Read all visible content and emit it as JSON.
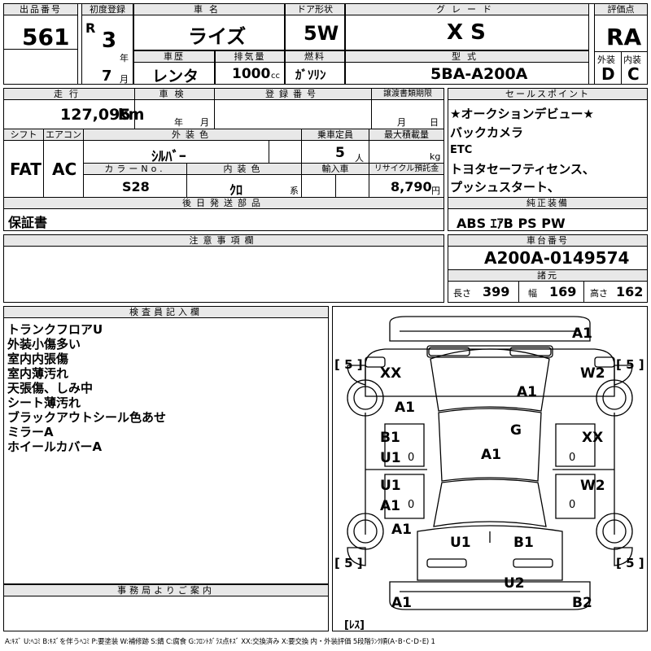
{
  "header": {
    "lot_label": "出品番号",
    "lot_no": "561",
    "first_reg_label": "初度登録",
    "era": "R",
    "year_val": "3",
    "year_unit": "年",
    "month_val": "7",
    "month_unit": "月",
    "car_name_label": "車名",
    "car_name": "ライズ",
    "doors_label": "ドア形状",
    "doors": "5W",
    "grade_label": "グレード",
    "grade": "X S",
    "score_label": "評価点",
    "score": "RA",
    "history_label": "車歴",
    "history": "レンタ",
    "displacement_label": "排気量",
    "displacement": "1000",
    "displacement_unit": "cc",
    "fuel_label": "燃料",
    "fuel": "ｶﾞｿﾘﾝ",
    "model_label": "型式",
    "model": "5BA-A200A",
    "exterior_label": "外装",
    "exterior": "D",
    "interior_label": "内装",
    "interior": "C"
  },
  "info": {
    "mileage_label": "走行",
    "mileage": "127,095",
    "mileage_unit": "km",
    "inspection_label": "車検",
    "inspection_year": "年",
    "inspection_month": "月",
    "reg_no_label": "登録番号",
    "transfer_label": "譲渡書類期限",
    "transfer_month": "月",
    "transfer_day": "日",
    "shift_label": "シフト",
    "shift": "FAT",
    "ac_label": "エアコン",
    "ac": "AC",
    "ext_color_label": "外装色",
    "ext_color": "ｼﾙﾊﾞｰ",
    "capacity_label": "乗車定員",
    "capacity": "5",
    "capacity_unit": "人",
    "max_load_label": "最大積載量",
    "max_load_unit": "kg",
    "color_no_label": "カラーNo.",
    "color_no": "S28",
    "int_color_label": "内装色",
    "int_color": "ｸﾛ",
    "int_color_unit": "系",
    "import_label": "輸入車",
    "recycle_label": "リサイクル預託金",
    "recycle": "8,790",
    "recycle_unit": "円",
    "later_parts_label": "後日発送部品",
    "later_parts": "保証書"
  },
  "sales": {
    "label": "セールスポイント",
    "lines": [
      "★オークションデビュー★",
      "バックカメラ",
      "ETC",
      "トヨタセーフティセンス、",
      "プッシュスタート、"
    ]
  },
  "equipment": {
    "label": "純正装備",
    "value": "ABS ｴｱB PS PW"
  },
  "chassis": {
    "label": "車台番号",
    "value": "A200A-0149574"
  },
  "specs": {
    "label": "諸元",
    "length_label": "長さ",
    "length": "399",
    "width_label": "幅",
    "width": "169",
    "height_label": "高さ",
    "height": "162"
  },
  "notes": {
    "label": "注意事項欄"
  },
  "inspector": {
    "label": "検査員記入欄",
    "lines": [
      "トランクフロアU",
      "外装小傷多い",
      "室内内張傷",
      "室内薄汚れ",
      "天張傷、しみ中",
      "シート薄汚れ",
      "ブラックアウトシール色あせ",
      "ミラーA",
      "ホイールカバーA"
    ]
  },
  "office": {
    "label": "事務局よりご案内"
  },
  "diagram": {
    "tire_5_tl": "[ 5 ]",
    "tire_5_tr": "[ 5 ]",
    "tire_5_bl": "[ 5 ]",
    "tire_5_br": "[ 5 ]",
    "rear_bumper": "A1",
    "rear_left_corner": "XX",
    "rear_right_corner": "W2",
    "rear_left_quarter": "A1",
    "rear_glass": "A1",
    "left_rear_door_1": "B1",
    "left_rear_door_2": "U1",
    "left_rear_door_0": "0",
    "roof_g": "G",
    "roof_a1": "A1",
    "right_rear_door": "XX",
    "right_rear_door_0": "0",
    "left_front_door_1": "U1",
    "left_front_door_2": "A1",
    "left_front_door_0": "0",
    "right_front_door": "W2",
    "right_front_door_0": "0",
    "left_fender": "A1",
    "hood_left": "U1",
    "hood_right": "B1",
    "front_grille": "U2",
    "front_left": "A1",
    "front_right": "B2",
    "no_box": "[ﾚｽ]"
  },
  "legend": "A:ｷｽﾞ  U:ﾍｺﾐ  B:ｷｽﾞを伴うﾍｺﾐ  P:要塗装  W:補修跡  S:錆  C:腐食  G:ﾌﾛﾝﾄｶﾞﾗｽ点ｷｽﾞ  XX:交換済み  X:要交換   内・外装評価  5段階ﾗﾝｸ順(A･B･C･D･E)  1"
}
